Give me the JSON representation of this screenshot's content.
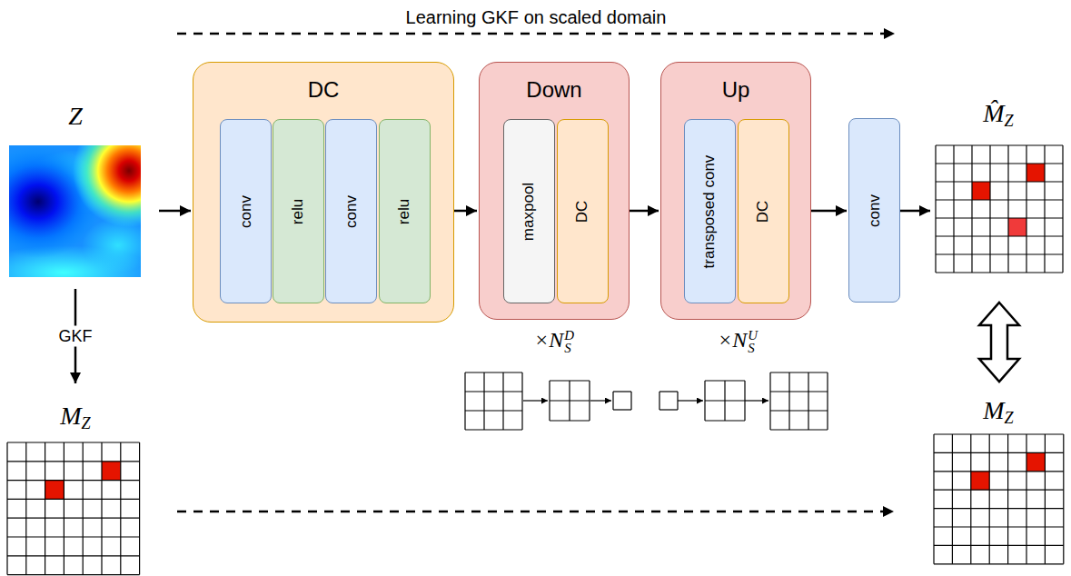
{
  "diagram": {
    "nodes": [
      {
        "text": [
          "Z"
        ]
      },
      {
        "text": [
          "DC"
        ]
      },
      {
        "text": [
          "conv"
        ],
        "in": 1
      },
      {
        "text": [
          "relu"
        ],
        "in": 1
      },
      {
        "text": [
          "conv"
        ],
        "in": 1
      },
      {
        "text": [
          "relu"
        ],
        "in": 1
      },
      {
        "text": [
          "Down"
        ]
      },
      {
        "text": [
          "maxpool"
        ],
        "in": 6
      },
      {
        "text": [
          "DC"
        ],
        "in": 6
      },
      {
        "text": [
          "Up"
        ]
      },
      {
        "text": [
          "transposed conv"
        ],
        "in": 9
      },
      {
        "text": [
          "DC"
        ],
        "in": 9
      },
      {
        "text": [
          "conv"
        ]
      },
      {
        "text": [
          "M̂Z"
        ]
      },
      {
        "text": [
          "MZ"
        ]
      },
      {
        "text": [
          "MZ"
        ]
      }
    ],
    "edges": [
      {
        "from": 0,
        "to": 1,
        "arrow": "to"
      },
      {
        "from": 1,
        "to": 6,
        "arrow": "to"
      },
      {
        "from": 6,
        "to": 9,
        "arrow": "to"
      },
      {
        "from": 9,
        "to": 12,
        "arrow": "to"
      },
      {
        "from": 12,
        "to": 13,
        "arrow": "to"
      },
      {
        "from": 0,
        "to": 14,
        "label": "GKF",
        "arrow": "to"
      },
      {
        "from": 13,
        "to": 15,
        "arrow": "both"
      },
      {
        "from": 14,
        "to": 15,
        "arrow": "to"
      }
    ],
    "labels": [
      "Learning GKF on scaled domain",
      "×NSD",
      "×NSU"
    ]
  }
}
